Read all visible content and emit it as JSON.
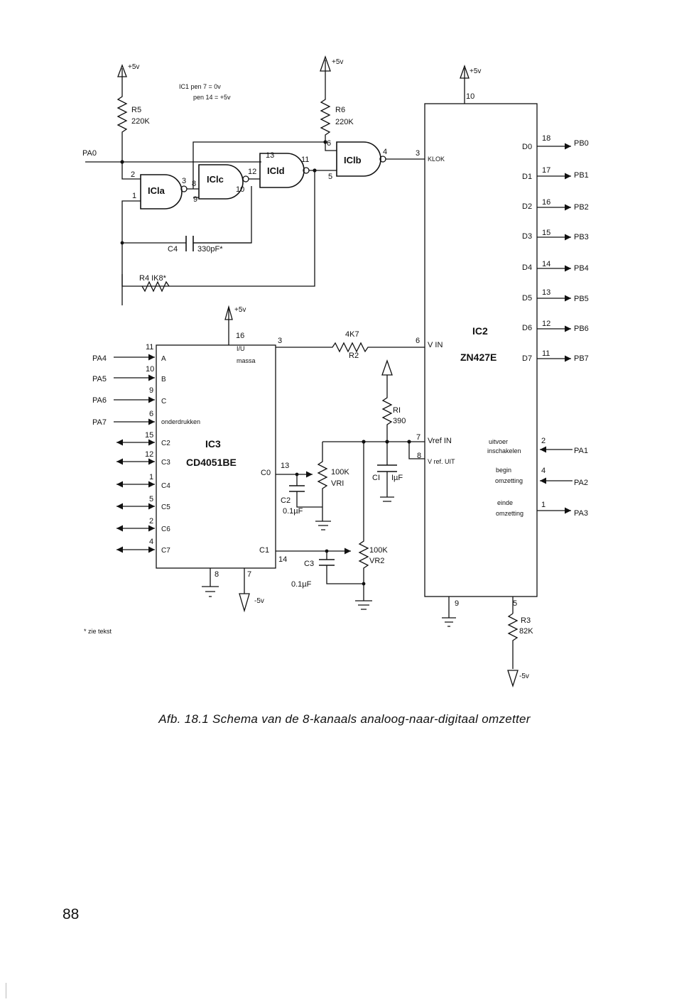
{
  "figure": {
    "caption": "Afb. 18.1 Schema van de 8-kanaals analoog-naar-digitaal omzetter",
    "footnote": "* zie tekst",
    "page_number": "88",
    "power_note": [
      "IC1 pen 7  =  0v",
      "pen 14  = +5v"
    ],
    "supply_plus": "+5v",
    "supply_minus": "-5v"
  },
  "resistors": {
    "r5": [
      "R5",
      "220K"
    ],
    "r6": [
      "R6",
      "220K"
    ],
    "r4": "R4   IK8*",
    "r2": [
      "4K7",
      "R2"
    ],
    "r1": [
      "RI",
      "390"
    ],
    "r3": [
      "R3",
      "82K"
    ],
    "vr1": [
      "100K",
      "VRI"
    ],
    "vr2": [
      "100K",
      "VR2"
    ]
  },
  "capacitors": {
    "c4": [
      "C4",
      "330pF*"
    ],
    "c1": [
      "CI",
      "IµF"
    ],
    "c2": [
      "C2",
      "0.1µF"
    ],
    "c3": [
      "C3",
      "0.1µF"
    ]
  },
  "gates": {
    "a": "ICla",
    "b": "IClb",
    "c": "IClc",
    "d": "ICld",
    "pins": {
      "a_in1": "2",
      "a_in2": "1",
      "a_out": "3",
      "c_in1": "8",
      "c_in2": "9",
      "c_out": "12",
      "c_fb": "10",
      "d_in": "13",
      "d_out": "11",
      "b_in1": "6",
      "b_in2": "5",
      "b_out": "4"
    }
  },
  "nets": {
    "pa0": "PA0"
  },
  "ic3": {
    "name": "IC3",
    "type": "CD4051BE",
    "vu": "I/U",
    "massa": "massa",
    "pins": {
      "p16": "16",
      "p3": "3",
      "p8": "8",
      "p7": "7",
      "p13": "13",
      "p14": "14"
    },
    "c0": "C0",
    "c1": "C1",
    "inputs": [
      {
        "net": "PA4",
        "pin": "11",
        "label": "A"
      },
      {
        "net": "PA5",
        "pin": "10",
        "label": "B"
      },
      {
        "net": "PA6",
        "pin": "9",
        "label": "C"
      },
      {
        "net": "PA7",
        "pin": "6",
        "label": "onderdrukken"
      }
    ],
    "channels": [
      {
        "pin": "15",
        "label": "C2"
      },
      {
        "pin": "12",
        "label": "C3"
      },
      {
        "pin": "1",
        "label": "C4"
      },
      {
        "pin": "5",
        "label": "C5"
      },
      {
        "pin": "2",
        "label": "C6"
      },
      {
        "pin": "4",
        "label": "C7"
      }
    ]
  },
  "ic2": {
    "name": "IC2",
    "type": "ZN427E",
    "pins": {
      "p10": "10",
      "p3": "3",
      "p6": "6",
      "p7": "7",
      "p8": "8",
      "p9": "9",
      "p5": "5"
    },
    "klok": "KLOK",
    "vin": "V IN",
    "vref_in": "Vref IN",
    "vref_uit": "V ref. UIT",
    "outputs": [
      {
        "label": "D0",
        "pin": "18",
        "net": "PB0"
      },
      {
        "label": "D1",
        "pin": "17",
        "net": "PB1"
      },
      {
        "label": "D2",
        "pin": "16",
        "net": "PB2"
      },
      {
        "label": "D3",
        "pin": "15",
        "net": "PB3"
      },
      {
        "label": "D4",
        "pin": "14",
        "net": "PB4"
      },
      {
        "label": "D5",
        "pin": "13",
        "net": "PB5"
      },
      {
        "label": "D6",
        "pin": "12",
        "net": "PB6"
      },
      {
        "label": "D7",
        "pin": "11",
        "net": "PB7"
      }
    ],
    "control": [
      {
        "text": [
          "uitvoer",
          "inschakelen"
        ],
        "pin": "2",
        "net": "PA1"
      },
      {
        "text": [
          "begin",
          "omzetting"
        ],
        "pin": "4",
        "net": "PA2"
      },
      {
        "text": [
          "einde",
          "omzetting"
        ],
        "pin": "1",
        "net": "PA3"
      }
    ]
  }
}
